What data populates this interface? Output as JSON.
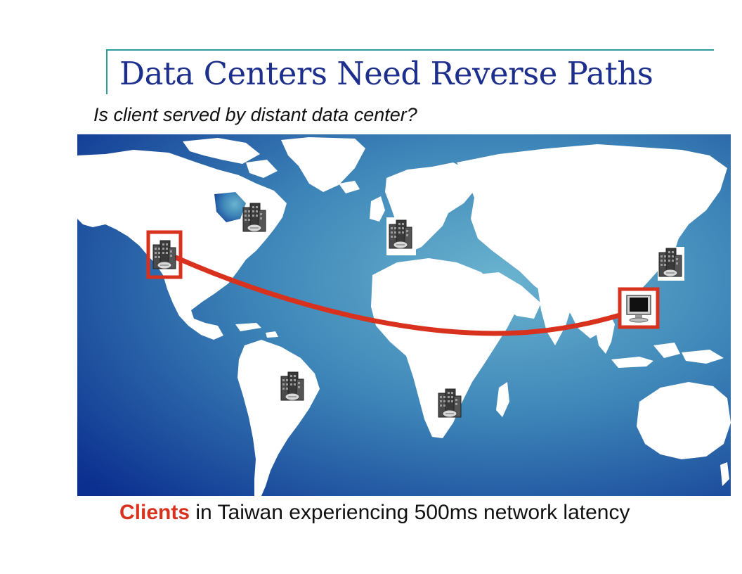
{
  "slide": {
    "title": "Data Centers Need Reverse Paths",
    "subtitle": "Is client served by distant data center?",
    "caption_highlight": "Clients",
    "caption_rest": " in Taiwan experiencing 500ms network latency"
  },
  "colors": {
    "title": "#1d2f8c",
    "accent_rule": "#2b9b9b",
    "highlight_red": "#d8321f",
    "ocean_light": "#5aa6c8",
    "ocean_dark": "#0b2f8f",
    "land": "#ffffff"
  },
  "icons": {
    "data_center": "data-center-building-icon",
    "client": "computer-monitor-icon"
  }
}
